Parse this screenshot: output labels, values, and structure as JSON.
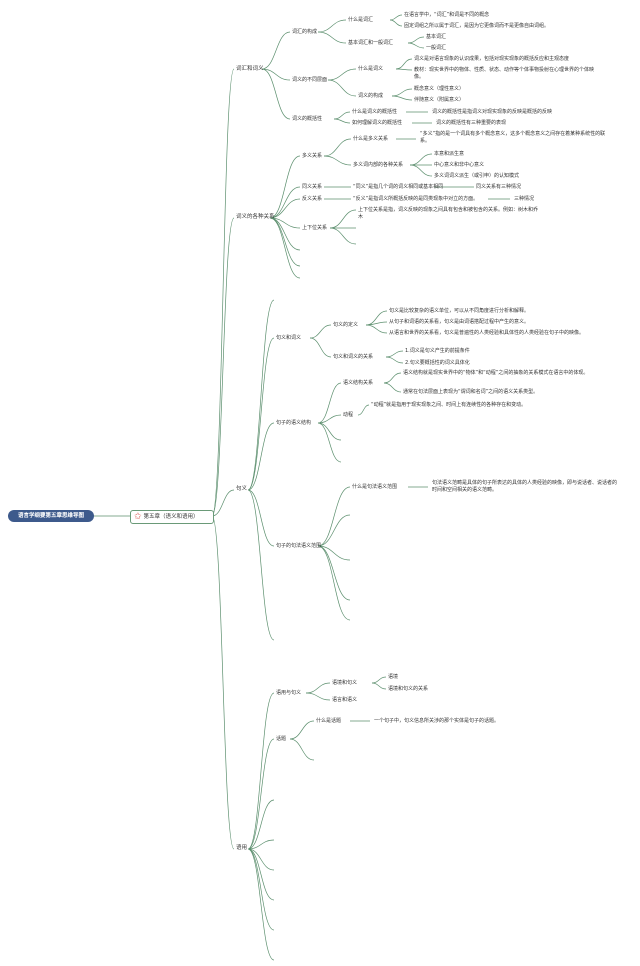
{
  "root": "语言学纲要第五章思维导图",
  "chapter": "第五章（语义和语用）",
  "star_icon_color": "#d9534f",
  "line_color": "#5c8f6e",
  "n": {
    "cihuiyi": "词汇和词义",
    "cihui_gouc": "词汇的构成",
    "shenme_cihui": "什么是词汇",
    "cihui_t1": "在语言学中，“词汇”和词是不同的概念",
    "cihui_t2": "固定词组之所以属于词汇，是因为它更像词而不是更像自由词组。",
    "jiben_yiban": "基本词汇和一般词汇",
    "jiben": "基本词汇",
    "yiban": "一般词汇",
    "ciyi_butong": "词义的不同层面",
    "shenme_ciyi": "什么是词义",
    "ciyi_t1": "词义是对语言现象的认识成果，包括对现实现象的概括反应和主观态度",
    "ciyi_t2": "教材：现实世界中的物体、性质、状态、动作等个体事物投射在心理世界的个体映像。",
    "ciyi_goucheng": "词义的构成",
    "gainian": "概念意义（理性意义）",
    "fushu": "伴随意义（附属意义）",
    "ciyi_gaikuo": "词义的概括性",
    "shenme_gaikuo": "什么是词义的概括性",
    "gaikuo_t": "词义的概括性是指词义对现实现象的反映是概括的反映",
    "ruhe_lijie": "如何理解词义的概括性",
    "ruhe_t": "词义的概括性有三种重要的表现",
    "guanxi": "词义的各种关系",
    "duoyi": "多义关系",
    "shenme_duoyi": "什么是多义关系",
    "duoyi_t": "“多义”指的是一个词具有多个概念意义，这多个概念意义之间存在着某种系统性的联系。",
    "duoyi_nei": "多义词内部的各种关系",
    "benyi": "本意和派生意",
    "zhongxin": "中心意义和非中心意义",
    "duoyi_ci": "多义词词义派生（或引申）的认知模式",
    "tongyi": "同义关系",
    "tongyi_t": "“同义”是指几个词的词义相同或基本相同",
    "tongyi_t2": "同义关系有三种情况",
    "fanyi": "反义关系",
    "fanyi_t": "“反义”是指词义所概括反映的是同类现象中对立的方面。",
    "fanyi_t2": "三种情况",
    "shangxia": "上下位关系",
    "shangxia_t": "上下位关系是指，词义反映的现象之间具有包含和被包含的关系。例如：树木和乔木",
    "juyi": "句义",
    "juyi_ciyi": "句义和词义",
    "juyi_dingyi": "句义的定义",
    "dingyi_t1": "句义是比较复杂的语义单位，可以从不同角度进行分析和解释。",
    "dingyi_t2": "从句子和词语的关系看，句义是由词语搭配过程中产生的意义。",
    "dingyi_t3": "从语言和世界的关系看，句义是普遍性的人类经验和具体性的人类经验在句子中的映像。",
    "juyi_guanxi": "句义和词义的关系",
    "guanxi_t1": "1.词义是句义产生的前提条件",
    "guanxi_t2": "2.句义要概括性的词义具体化",
    "yuyi_jiegou": "句子的语义结构",
    "jiegou_guanxi": "语义结构关系",
    "jiegou_t1": "语义结构就是现实世界中的“物体”和“动程”之间的抽象的关系模式在语言中的体现。",
    "jiegou_t2": "通常在句法层面上表现为“谓词和名词”之间的语义关系类型。",
    "dongcheng": "动程",
    "dongcheng_t": "“动程”就是指用于现实现象之间、时间上有连续性的各种存在和变动。",
    "goufa_fanwei": "句子的句法语义范围",
    "shenme_fanwei": "什么是句法语义范围",
    "fanwei_t": "句法语义范畴是具体的句子所表达的具体的人类经验的映像，即与说话者、说话者的时间和空间相关的语义范畴。",
    "yuyong": "语用",
    "yuyong_juyi": "语用与句义",
    "yujing_juyi": "语境和句义",
    "yujing": "语境",
    "yujing_guanxi": "语境和句义的关系",
    "yuqi": "语言和语义",
    "huati": "话题",
    "shenme_huati": "什么是话题",
    "huati_t": "一个句子中，句义信息所关涉的那个实体是句子的话题。"
  }
}
